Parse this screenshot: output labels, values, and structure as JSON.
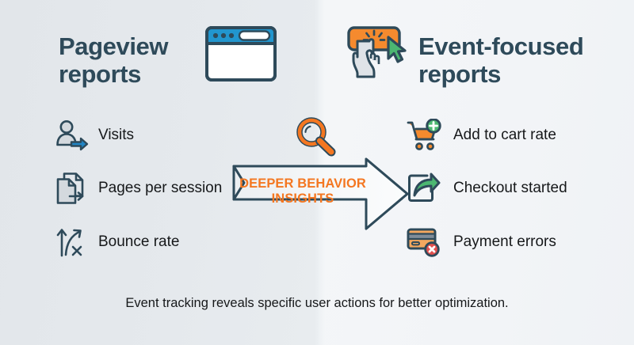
{
  "background": {
    "left_color": "#e3e7eb",
    "right_color": "#f3f5f7"
  },
  "left_panel": {
    "heading": "Pageview reports",
    "illustration_icon": "browser-window-icon",
    "accent_color": "#2e4a5a",
    "metrics": [
      {
        "label": "Visits",
        "icon": "visitor-person-arrow-icon"
      },
      {
        "label": "Pages per session",
        "icon": "documents-arrow-icon"
      },
      {
        "label": "Bounce rate",
        "icon": "bounce-arrow-x-icon"
      }
    ]
  },
  "right_panel": {
    "heading": "Event-focused reports",
    "illustration_icon": "click-button-hand-cursor-icon",
    "accent_color": "#2e4a5a",
    "metrics": [
      {
        "label": "Add to cart rate",
        "icon": "shopping-cart-plus-icon"
      },
      {
        "label": "Checkout started",
        "icon": "share-arrow-out-icon"
      },
      {
        "label": "Payment errors",
        "icon": "credit-card-error-icon"
      }
    ]
  },
  "center": {
    "arrow_line_1": "DEEPER BEHAVIOR",
    "arrow_line_2": "INSIGHTS",
    "arrow_text_color": "#f47721",
    "arrow_outline_color": "#2e4a5a",
    "magnifier_icon": "magnifying-glass-icon",
    "magnifier_color": "#f47721"
  },
  "caption": "Event tracking reveals specific user actions for better optimization."
}
